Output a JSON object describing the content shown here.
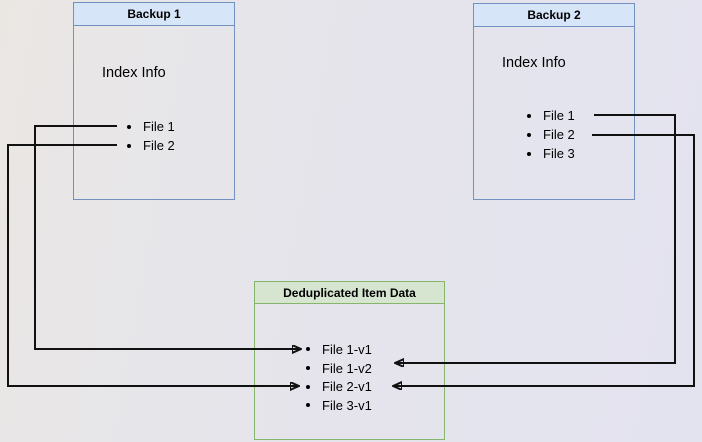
{
  "backup1": {
    "title": "Backup 1",
    "section_label": "Index Info",
    "items": [
      "File 1",
      "File 2"
    ]
  },
  "backup2": {
    "title": "Backup 2",
    "section_label": "Index Info",
    "items": [
      "File 1",
      "File 2",
      "File 3"
    ]
  },
  "dedup": {
    "title": "Deduplicated Item Data",
    "items": [
      "File 1-v1",
      "File 1-v2",
      "File 2-v1",
      "File 3-v1"
    ]
  },
  "connections": [
    {
      "from": "Backup 1 / File 1",
      "to": "File 1-v1",
      "side": "left"
    },
    {
      "from": "Backup 1 / File 2",
      "to": "File 2-v1",
      "side": "left"
    },
    {
      "from": "Backup 2 / File 1",
      "to": "File 1-v2",
      "side": "right"
    },
    {
      "from": "Backup 2 / File 2",
      "to": "File 2-v1",
      "side": "right"
    }
  ],
  "colors": {
    "blue_fill": "#d7e5f8",
    "blue_border": "#7290c0",
    "green_fill": "#d5e5d0",
    "green_border": "#87b56e",
    "arrow": "#111111"
  }
}
